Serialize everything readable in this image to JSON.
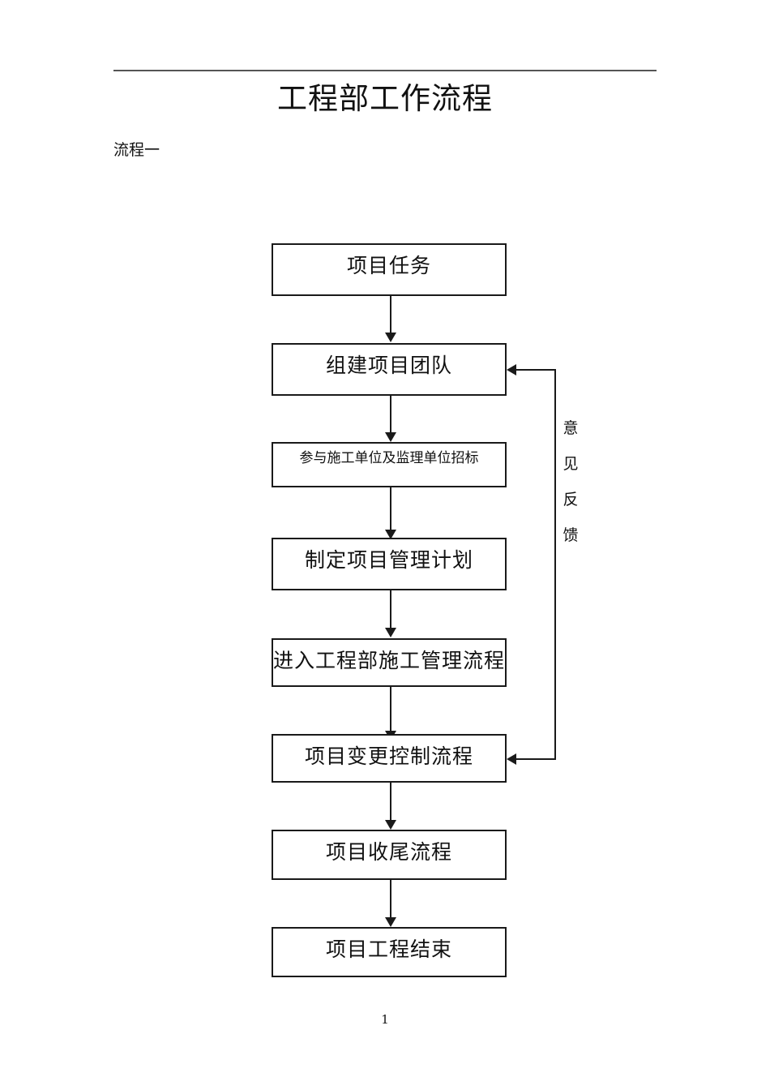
{
  "document": {
    "title": "工程部工作流程",
    "section_label": "流程一",
    "page_number": "1"
  },
  "flowchart": {
    "type": "flowchart",
    "orientation": "vertical-top-down",
    "nodes": [
      {
        "id": "n1",
        "label": "项目任务",
        "text_size": "large"
      },
      {
        "id": "n2",
        "label": "组建项目团队",
        "text_size": "large"
      },
      {
        "id": "n3",
        "label": "参与施工单位及监理单位招标",
        "text_size": "small"
      },
      {
        "id": "n4",
        "label": "制定项目管理计划",
        "text_size": "large"
      },
      {
        "id": "n5",
        "label": "进入工程部施工管理流程",
        "text_size": "large"
      },
      {
        "id": "n6",
        "label": "项目变更控制流程",
        "text_size": "large"
      },
      {
        "id": "n7",
        "label": "项目收尾流程",
        "text_size": "large"
      },
      {
        "id": "n8",
        "label": "项目工程结束",
        "text_size": "large"
      }
    ],
    "feedback_loop": {
      "label_chars": [
        "意",
        "见",
        "反",
        "馈"
      ],
      "label": "意见反馈",
      "from": "n6",
      "to": "n2"
    },
    "edges": [
      {
        "from": "n1",
        "to": "n2"
      },
      {
        "from": "n2",
        "to": "n3"
      },
      {
        "from": "n3",
        "to": "n4"
      },
      {
        "from": "n4",
        "to": "n5"
      },
      {
        "from": "n5",
        "to": "n6"
      },
      {
        "from": "n6",
        "to": "n7"
      },
      {
        "from": "n7",
        "to": "n8"
      }
    ]
  },
  "colors": {
    "ink": "#111111",
    "line": "#1a1a1a",
    "rule": "#555555",
    "page": "#ffffff"
  }
}
